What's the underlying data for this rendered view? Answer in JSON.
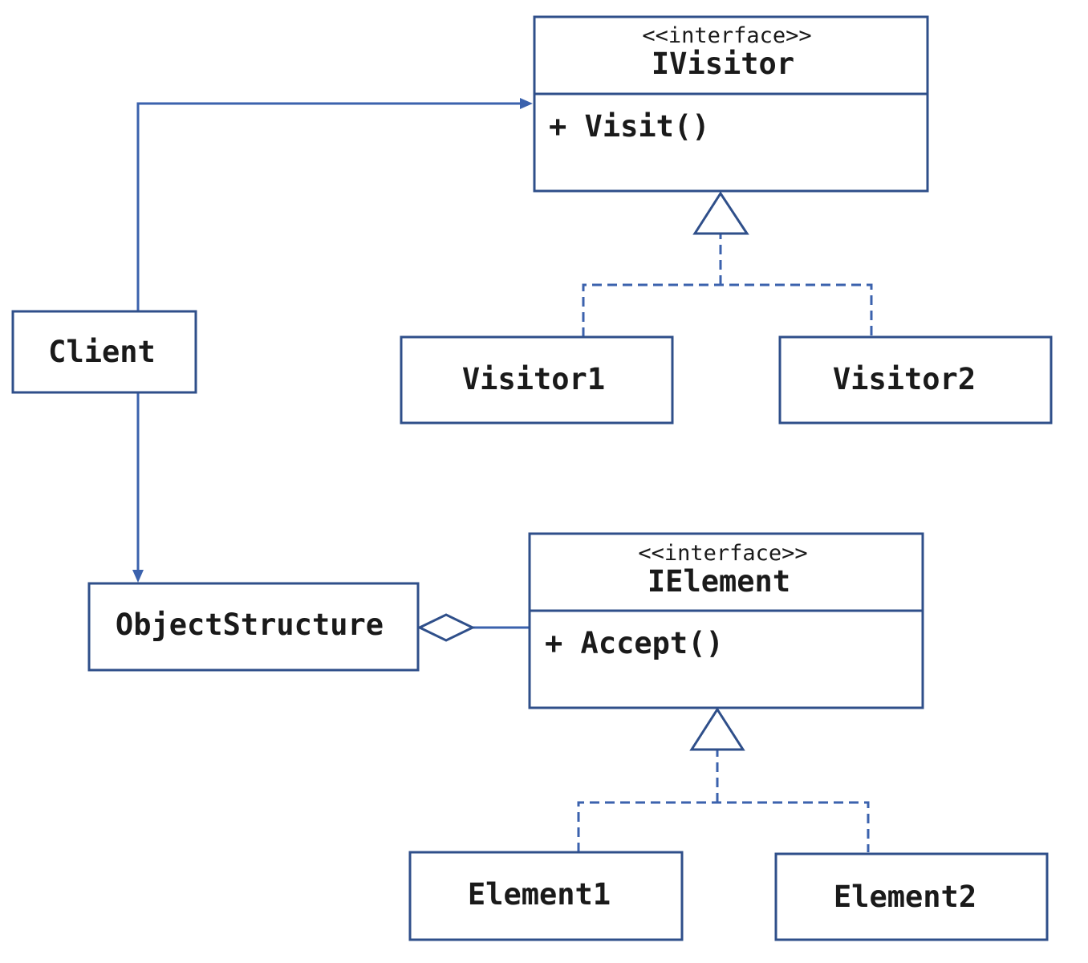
{
  "colors": {
    "stroke": "#2f4f8a",
    "connector": "#3b62ad",
    "text": "#1a1a1a",
    "background": "#ffffff"
  },
  "ivisitor": {
    "stereotype": "<<interface>>",
    "name": "IVisitor",
    "method": "+ Visit()"
  },
  "ielement": {
    "stereotype": "<<interface>>",
    "name": "IElement",
    "method": "+ Accept()"
  },
  "client": {
    "name": "Client"
  },
  "object_structure": {
    "name": "ObjectStructure"
  },
  "visitor1": {
    "name": "Visitor1"
  },
  "visitor2": {
    "name": "Visitor2"
  },
  "element1": {
    "name": "Element1"
  },
  "element2": {
    "name": "Element2"
  }
}
